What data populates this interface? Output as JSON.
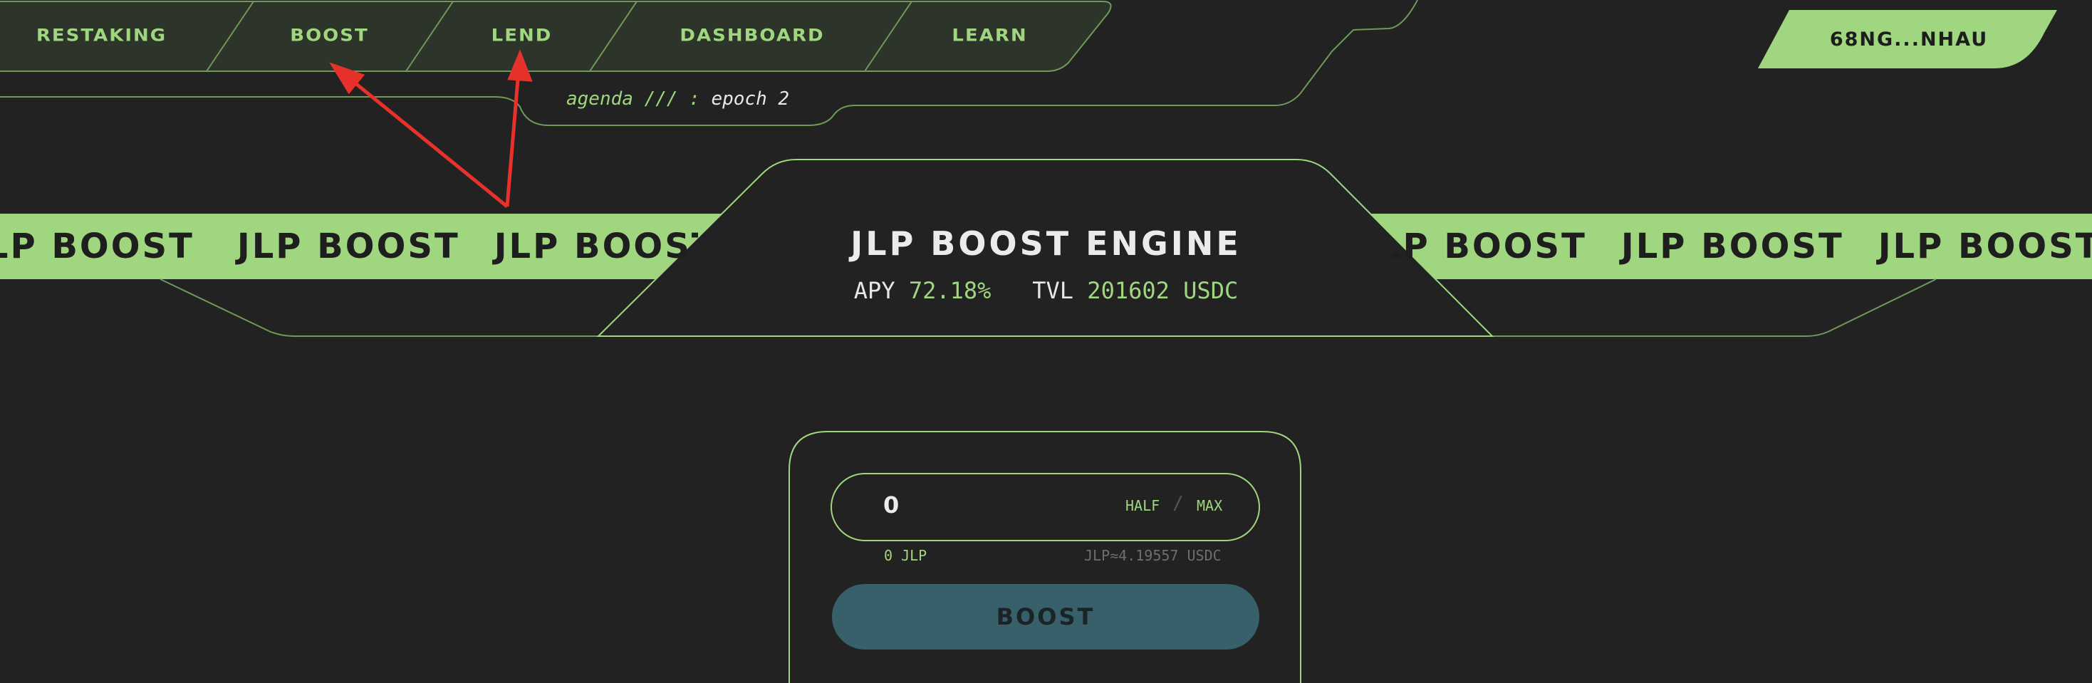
{
  "nav": {
    "items": [
      {
        "label": "RESTAKING"
      },
      {
        "label": "BOOST"
      },
      {
        "label": "LEND"
      },
      {
        "label": "DASHBOARD"
      },
      {
        "label": "LEARN"
      }
    ]
  },
  "wallet": {
    "label": "68NG...NHAU"
  },
  "agenda": {
    "label": "agenda /// :",
    "value": "epoch 2"
  },
  "ticker": {
    "text": "JLP BOOST"
  },
  "engine": {
    "title": "JLP BOOST ENGINE",
    "apy_label": "APY",
    "apy_value": "72.18%",
    "tvl_label": "TVL",
    "tvl_value": "201602 USDC"
  },
  "boost_form": {
    "amount": "0",
    "half_label": "HALF",
    "separator": "/",
    "max_label": "MAX",
    "balance": "0 JLP",
    "rate": "JLP≈4.19557 USDC",
    "button_label": "BOOST"
  },
  "colors": {
    "background": "#222222",
    "accent": "#9fd67f",
    "button": "#37606a",
    "annotation": "#e8312b"
  },
  "annotations": {
    "arrows": [
      "arrow-to-boost",
      "arrow-to-lend"
    ]
  }
}
